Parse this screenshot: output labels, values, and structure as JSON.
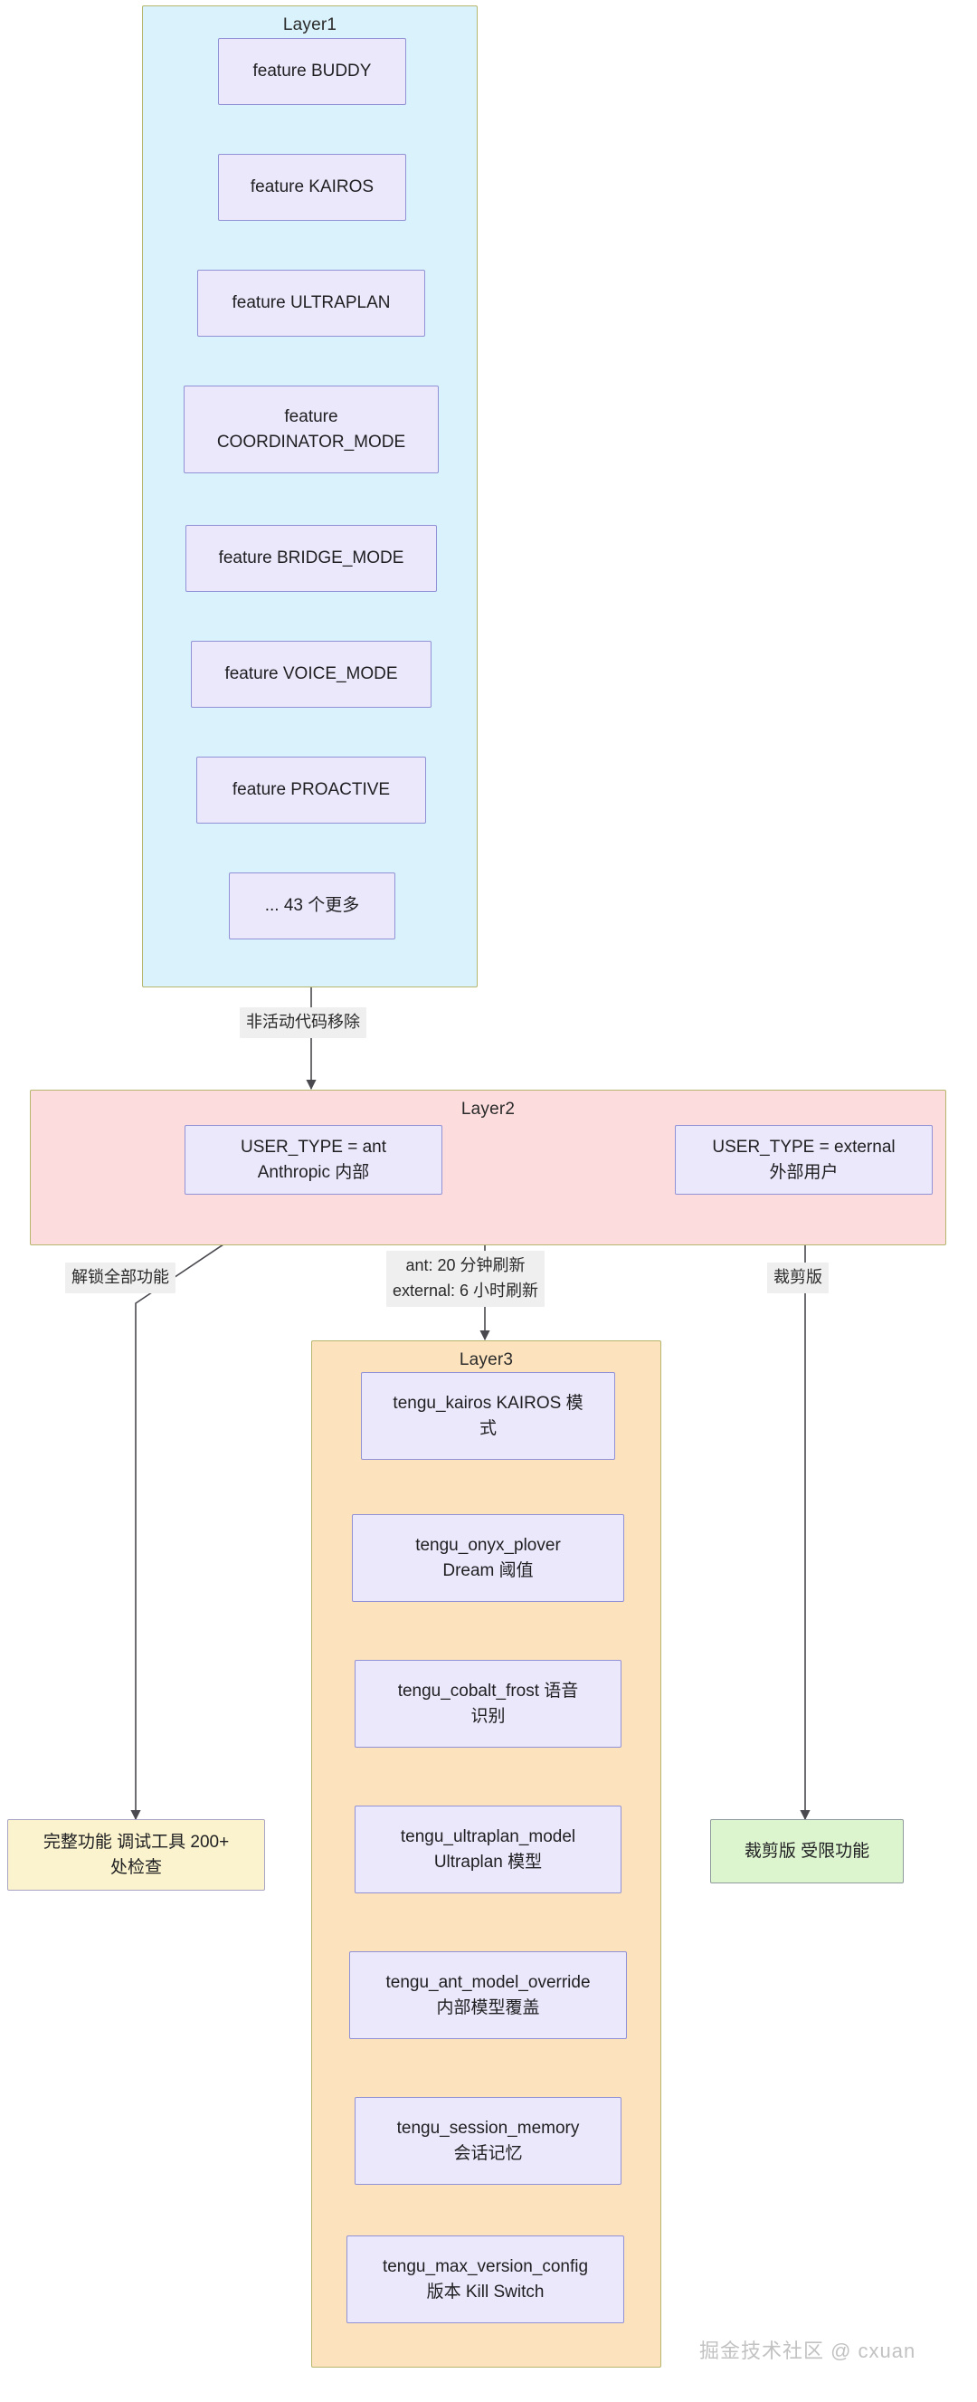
{
  "diagram": {
    "type": "flowchart",
    "direction": "top-down",
    "title_visible": false
  },
  "layer1": {
    "title": "Layer1",
    "bg_color": "#d9f2fb",
    "border_color": "#b6b66e",
    "nodes": [
      {
        "label": "feature BUDDY"
      },
      {
        "label": "feature KAIROS"
      },
      {
        "label": "feature ULTRAPLAN"
      },
      {
        "label": "feature\nCOORDINATOR_MODE"
      },
      {
        "label": "feature BRIDGE_MODE"
      },
      {
        "label": "feature VOICE_MODE"
      },
      {
        "label": "feature PROACTIVE"
      },
      {
        "label": "... 43 个更多"
      }
    ]
  },
  "layer2": {
    "title": "Layer2",
    "bg_color": "#fcdcdc",
    "border_color": "#b6b66e",
    "nodes": [
      {
        "label": "USER_TYPE = ant\nAnthropic 内部"
      },
      {
        "label": "USER_TYPE = external\n外部用户"
      }
    ]
  },
  "layer3": {
    "title": "Layer3",
    "bg_color": "#fce2bd",
    "border_color": "#b6b66e",
    "nodes": [
      {
        "label": "tengu_kairos KAIROS 模\n式"
      },
      {
        "label": "tengu_onyx_plover\nDream 阈值"
      },
      {
        "label": "tengu_cobalt_frost 语音\n识别"
      },
      {
        "label": "tengu_ultraplan_model\nUltraplan 模型"
      },
      {
        "label": "tengu_ant_model_override\n内部模型覆盖"
      },
      {
        "label": "tengu_session_memory\n会话记忆"
      },
      {
        "label": "tengu_max_version_config\n版本 Kill Switch"
      }
    ]
  },
  "terminals": [
    {
      "label": "完整功能 调试工具 200+\n处检查",
      "color": "#faf3cd"
    },
    {
      "label": "裁剪版 受限功能",
      "color": "#ddf5cf"
    }
  ],
  "edge_labels": [
    {
      "label": "非活动代码移除"
    },
    {
      "label": "解锁全部功能"
    },
    {
      "label": "ant: 20 分钟刷新\nexternal: 6 小时刷新"
    },
    {
      "label": "裁剪版"
    }
  ],
  "watermark": {
    "text": "掘金技术社区 @ cxuan"
  }
}
